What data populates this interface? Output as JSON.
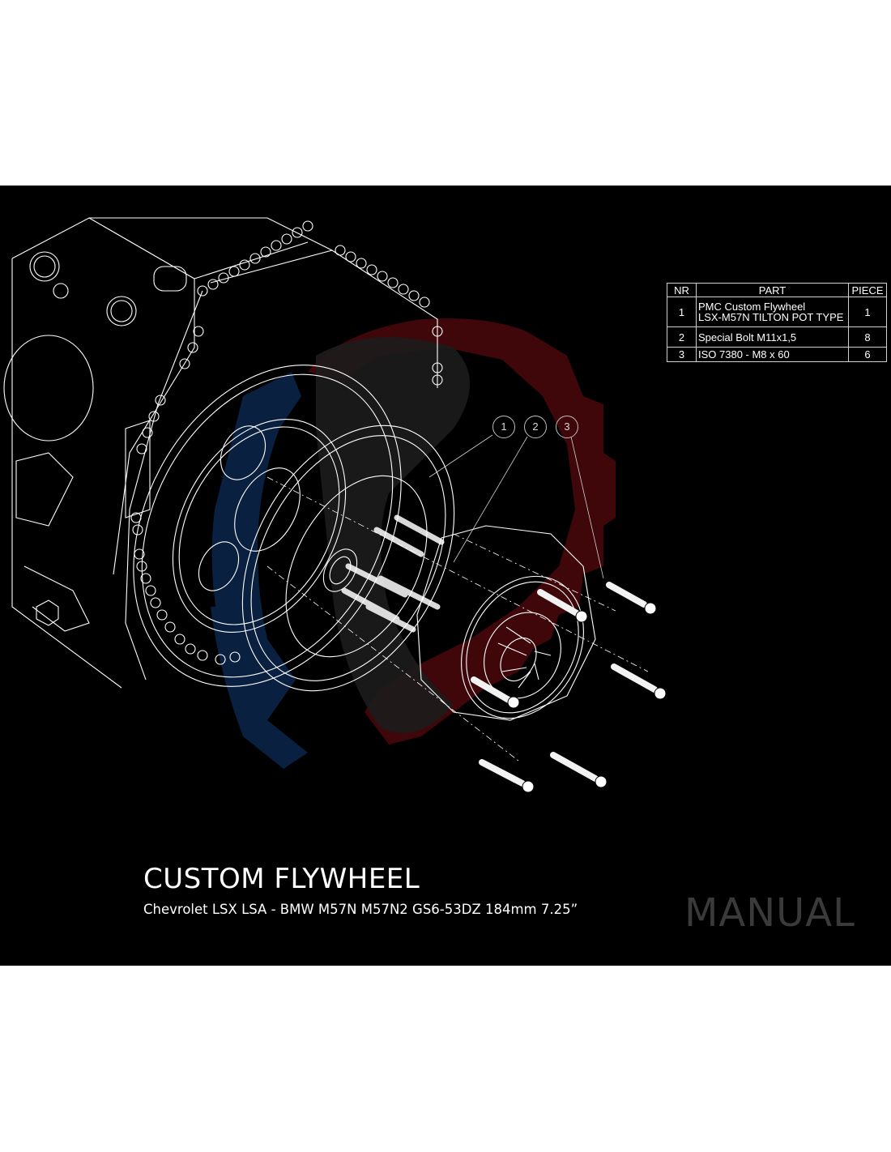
{
  "product": {
    "title": "CUSTOM FLYWHEEL",
    "subtitle": "Chevrolet LSX LSA - BMW M57N M57N2 GS6-53DZ 184mm 7.25”",
    "watermark": "MANUAL"
  },
  "parts_table": {
    "headers": [
      "NR",
      "PART",
      "PIECE"
    ],
    "rows": [
      {
        "nr": "1",
        "part_line1": "PMC Custom Flywheel",
        "part_line2": "LSX-M57N TILTON POT TYPE",
        "piece": "1"
      },
      {
        "nr": "2",
        "part_line1": "Special Bolt M11x1,5",
        "part_line2": "",
        "piece": "8"
      },
      {
        "nr": "3",
        "part_line1": "ISO 7380 - M8 x 60",
        "part_line2": "",
        "piece": "6"
      }
    ]
  },
  "callouts": [
    "1",
    "2",
    "3"
  ],
  "colors": {
    "background": "#000000",
    "page": "#ffffff",
    "line_art": "#ffffff",
    "accent_red": "#5a0a0e",
    "accent_blue": "#0b2447",
    "watermark": "#3a3a3a"
  }
}
